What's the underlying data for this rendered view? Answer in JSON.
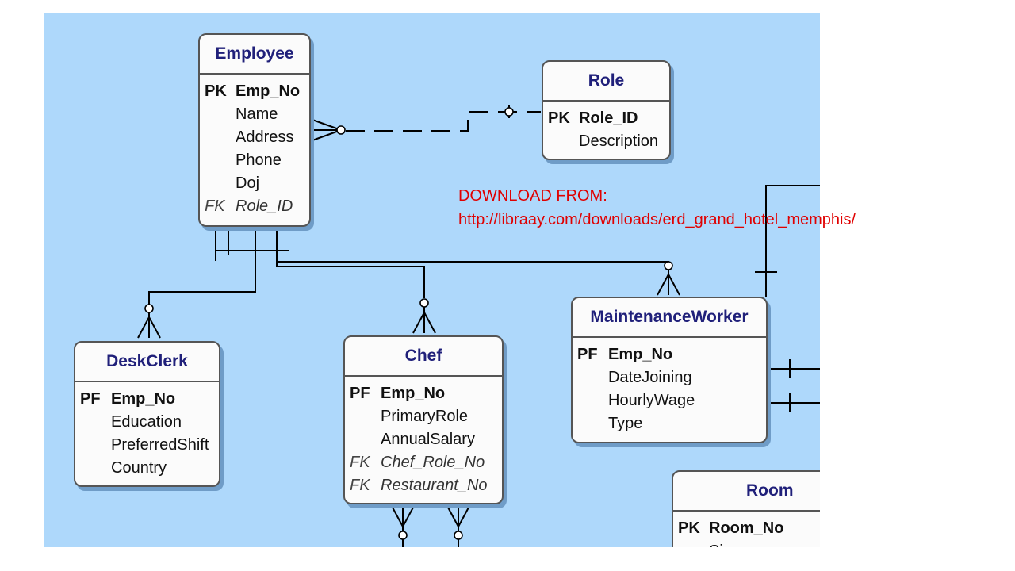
{
  "entities": {
    "employee": {
      "title": "Employee",
      "attributes": [
        {
          "key": "PK",
          "name": "Emp_No"
        },
        {
          "key": "",
          "name": "Name"
        },
        {
          "key": "",
          "name": "Address"
        },
        {
          "key": "",
          "name": "Phone"
        },
        {
          "key": "",
          "name": "Doj"
        },
        {
          "key": "FK",
          "name": "Role_ID"
        }
      ]
    },
    "role": {
      "title": "Role",
      "attributes": [
        {
          "key": "PK",
          "name": "Role_ID"
        },
        {
          "key": "",
          "name": "Description"
        }
      ]
    },
    "deskclerk": {
      "title": "DeskClerk",
      "attributes": [
        {
          "key": "PF",
          "name": "Emp_No"
        },
        {
          "key": "",
          "name": "Education"
        },
        {
          "key": "",
          "name": "PreferredShift"
        },
        {
          "key": "",
          "name": "Country"
        }
      ]
    },
    "chef": {
      "title": "Chef",
      "attributes": [
        {
          "key": "PF",
          "name": "Emp_No"
        },
        {
          "key": "",
          "name": "PrimaryRole"
        },
        {
          "key": "",
          "name": "AnnualSalary"
        },
        {
          "key": "FK",
          "name": "Chef_Role_No"
        },
        {
          "key": "FK",
          "name": "Restaurant_No"
        }
      ]
    },
    "maintenanceworker": {
      "title": "MaintenanceWorker",
      "attributes": [
        {
          "key": "PF",
          "name": "Emp_No"
        },
        {
          "key": "",
          "name": "DateJoining"
        },
        {
          "key": "",
          "name": "HourlyWage"
        },
        {
          "key": "",
          "name": "Type"
        }
      ]
    },
    "room": {
      "title": "Room",
      "attributes": [
        {
          "key": "PK",
          "name": "Room_No"
        },
        {
          "key": "",
          "name": "Size"
        }
      ]
    }
  },
  "note": {
    "line1": "DOWNLOAD FROM:",
    "line2": "http://libraay.com/downloads/erd_grand_hotel_memphis/"
  }
}
